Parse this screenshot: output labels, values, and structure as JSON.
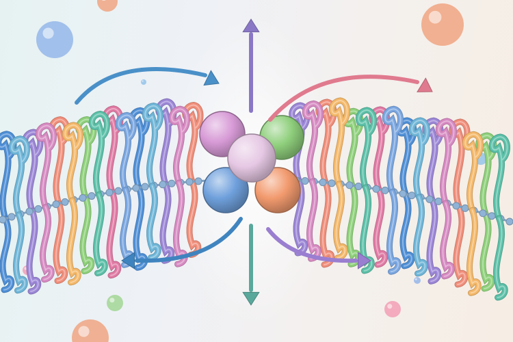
{
  "scene": {
    "subject": "membrane-illustration",
    "palette": {
      "background_left": "#e6f2f2",
      "background_right": "#f6eee4",
      "center_glow": "#ffffff",
      "arrow_up": "#8a78c6",
      "arrow_down": "#5aa89c",
      "arrow_top_left": "#4a90c8",
      "arrow_top_right": "#e07a8e",
      "arrow_bottom_left": "#3f84bf",
      "arrow_bottom_right": "#9a7ed0",
      "backbone_bead": "#8fb3d6",
      "strand_colors": [
        "#4f8fd6",
        "#6fb6d8",
        "#9b86d6",
        "#d78ac2",
        "#f08e7a",
        "#f4b86a",
        "#8ed07a",
        "#5cc0a8",
        "#e07aa4",
        "#7aa6e0"
      ]
    },
    "cluster_spheres": [
      {
        "name": "pink-sphere",
        "color": "#d79ad6"
      },
      {
        "name": "green-sphere",
        "color": "#8fcf7c"
      },
      {
        "name": "pale-sphere",
        "color": "#e6c8e4"
      },
      {
        "name": "blue-sphere",
        "color": "#6fa0dc"
      },
      {
        "name": "orange-sphere",
        "color": "#f29a6e"
      }
    ],
    "floating_bubble_colors": [
      "#8fb3e8",
      "#f0a07a",
      "#9ed48e",
      "#f29ab2",
      "#8fc0e8"
    ]
  }
}
